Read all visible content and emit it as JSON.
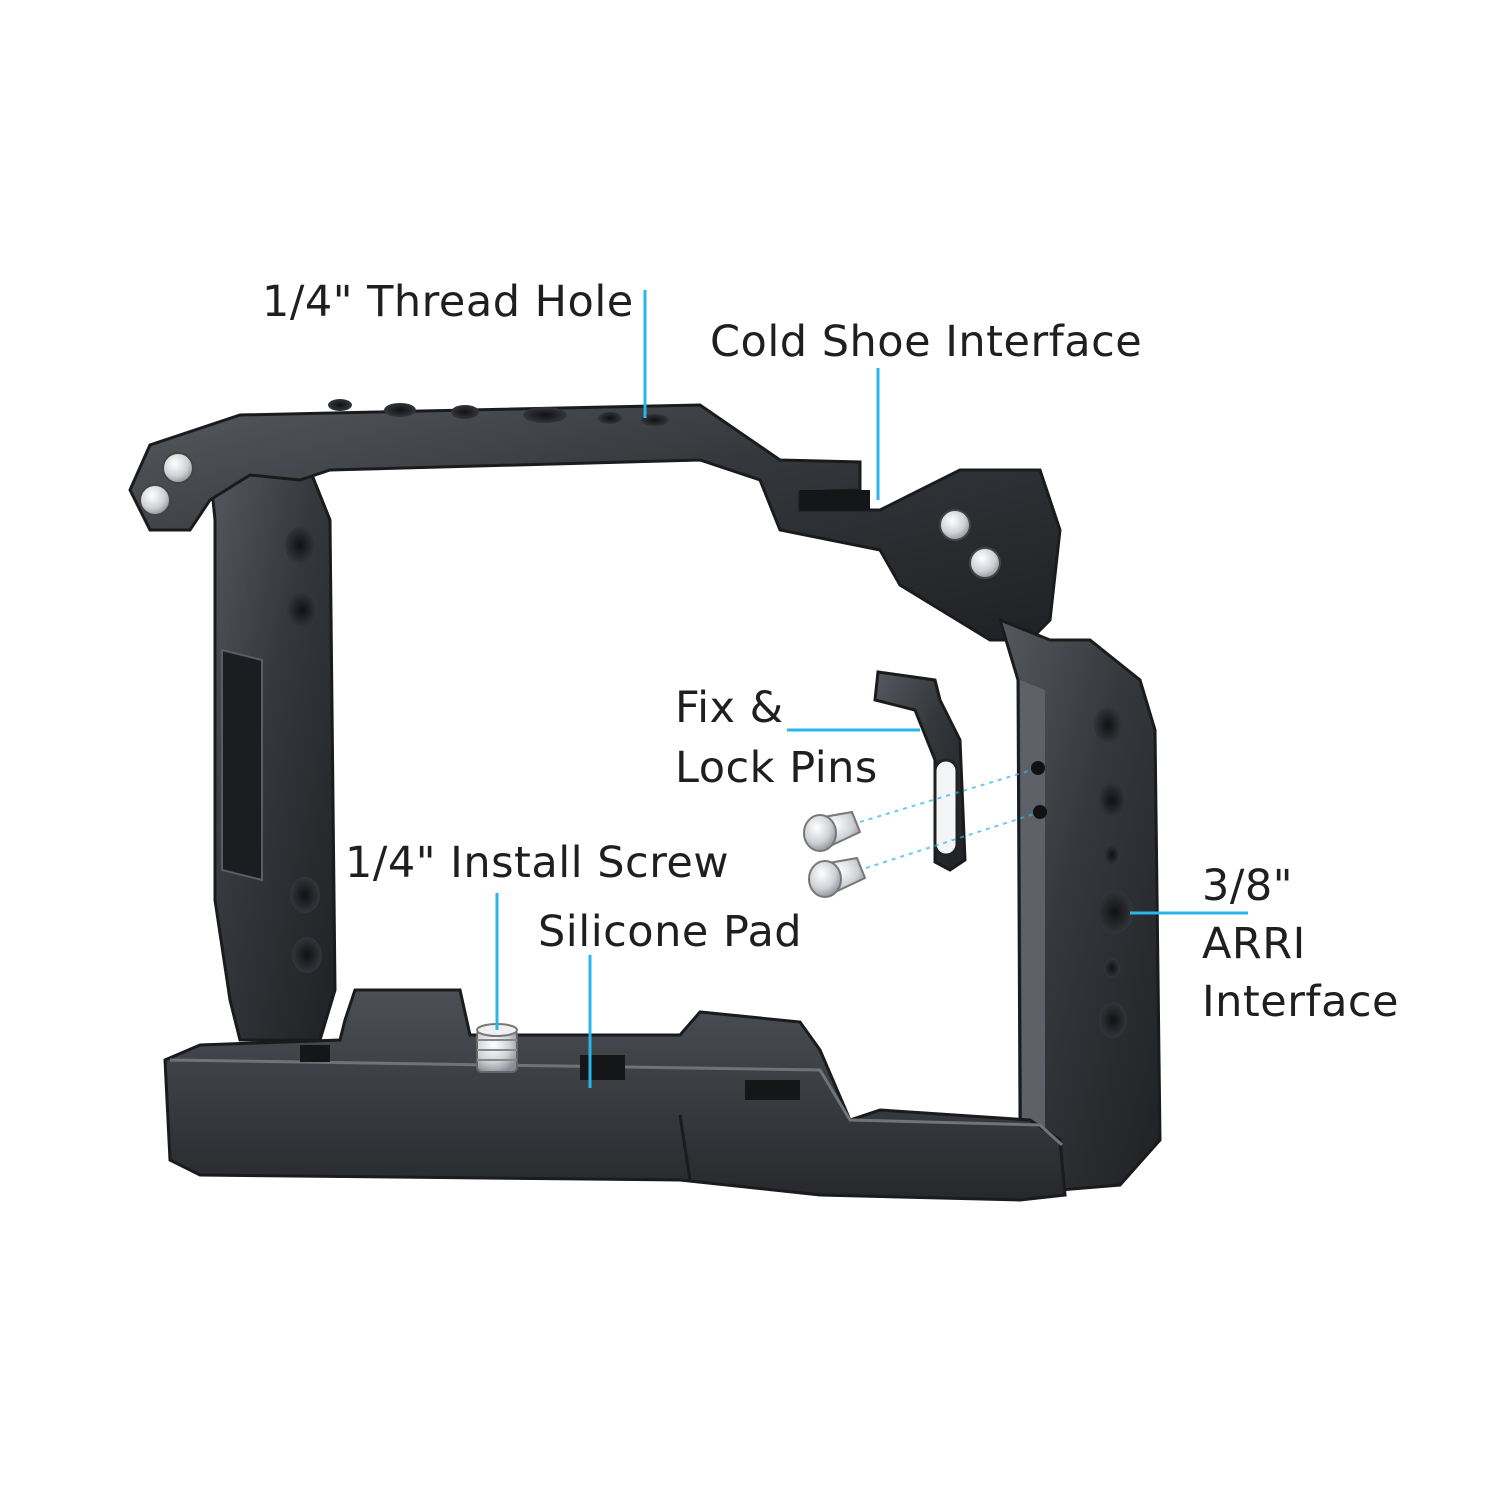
{
  "callouts": {
    "thread_hole": "1/4\" Thread Hole",
    "cold_shoe": "Cold Shoe Interface",
    "fix_lock_pins_line1": "Fix &",
    "fix_lock_pins_line2": "Lock Pins",
    "install_screw": "1/4\" Install Screw",
    "silicone_pad": "Silicone Pad",
    "arri_line1": "3/8\"",
    "arri_line2": "ARRI",
    "arri_line3": "Interface"
  },
  "colors": {
    "leader_line": "#29b6e8",
    "cage_metal": "#2e3034",
    "cage_edge": "#6a6e74",
    "text": "#1f1f1f"
  }
}
